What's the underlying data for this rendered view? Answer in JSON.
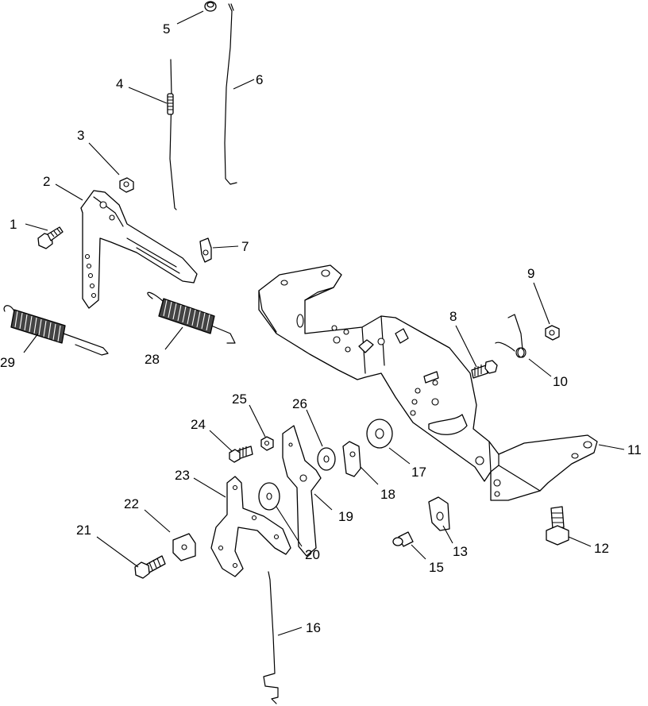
{
  "diagram": {
    "callouts": [
      {
        "id": "1",
        "label": "1"
      },
      {
        "id": "2",
        "label": "2"
      },
      {
        "id": "3",
        "label": "3"
      },
      {
        "id": "4",
        "label": "4"
      },
      {
        "id": "5",
        "label": "5"
      },
      {
        "id": "6",
        "label": "6"
      },
      {
        "id": "7",
        "label": "7"
      },
      {
        "id": "8",
        "label": "8"
      },
      {
        "id": "9",
        "label": "9"
      },
      {
        "id": "10",
        "label": "10"
      },
      {
        "id": "11",
        "label": "11"
      },
      {
        "id": "12",
        "label": "12"
      },
      {
        "id": "13",
        "label": "13"
      },
      {
        "id": "15",
        "label": "15"
      },
      {
        "id": "16",
        "label": "16"
      },
      {
        "id": "17",
        "label": "17"
      },
      {
        "id": "18",
        "label": "18"
      },
      {
        "id": "19",
        "label": "19"
      },
      {
        "id": "20",
        "label": "20"
      },
      {
        "id": "21",
        "label": "21"
      },
      {
        "id": "22",
        "label": "22"
      },
      {
        "id": "23",
        "label": "23"
      },
      {
        "id": "24",
        "label": "24"
      },
      {
        "id": "25",
        "label": "25"
      },
      {
        "id": "26",
        "label": "26"
      },
      {
        "id": "28",
        "label": "28"
      },
      {
        "id": "29",
        "label": "29"
      }
    ]
  }
}
